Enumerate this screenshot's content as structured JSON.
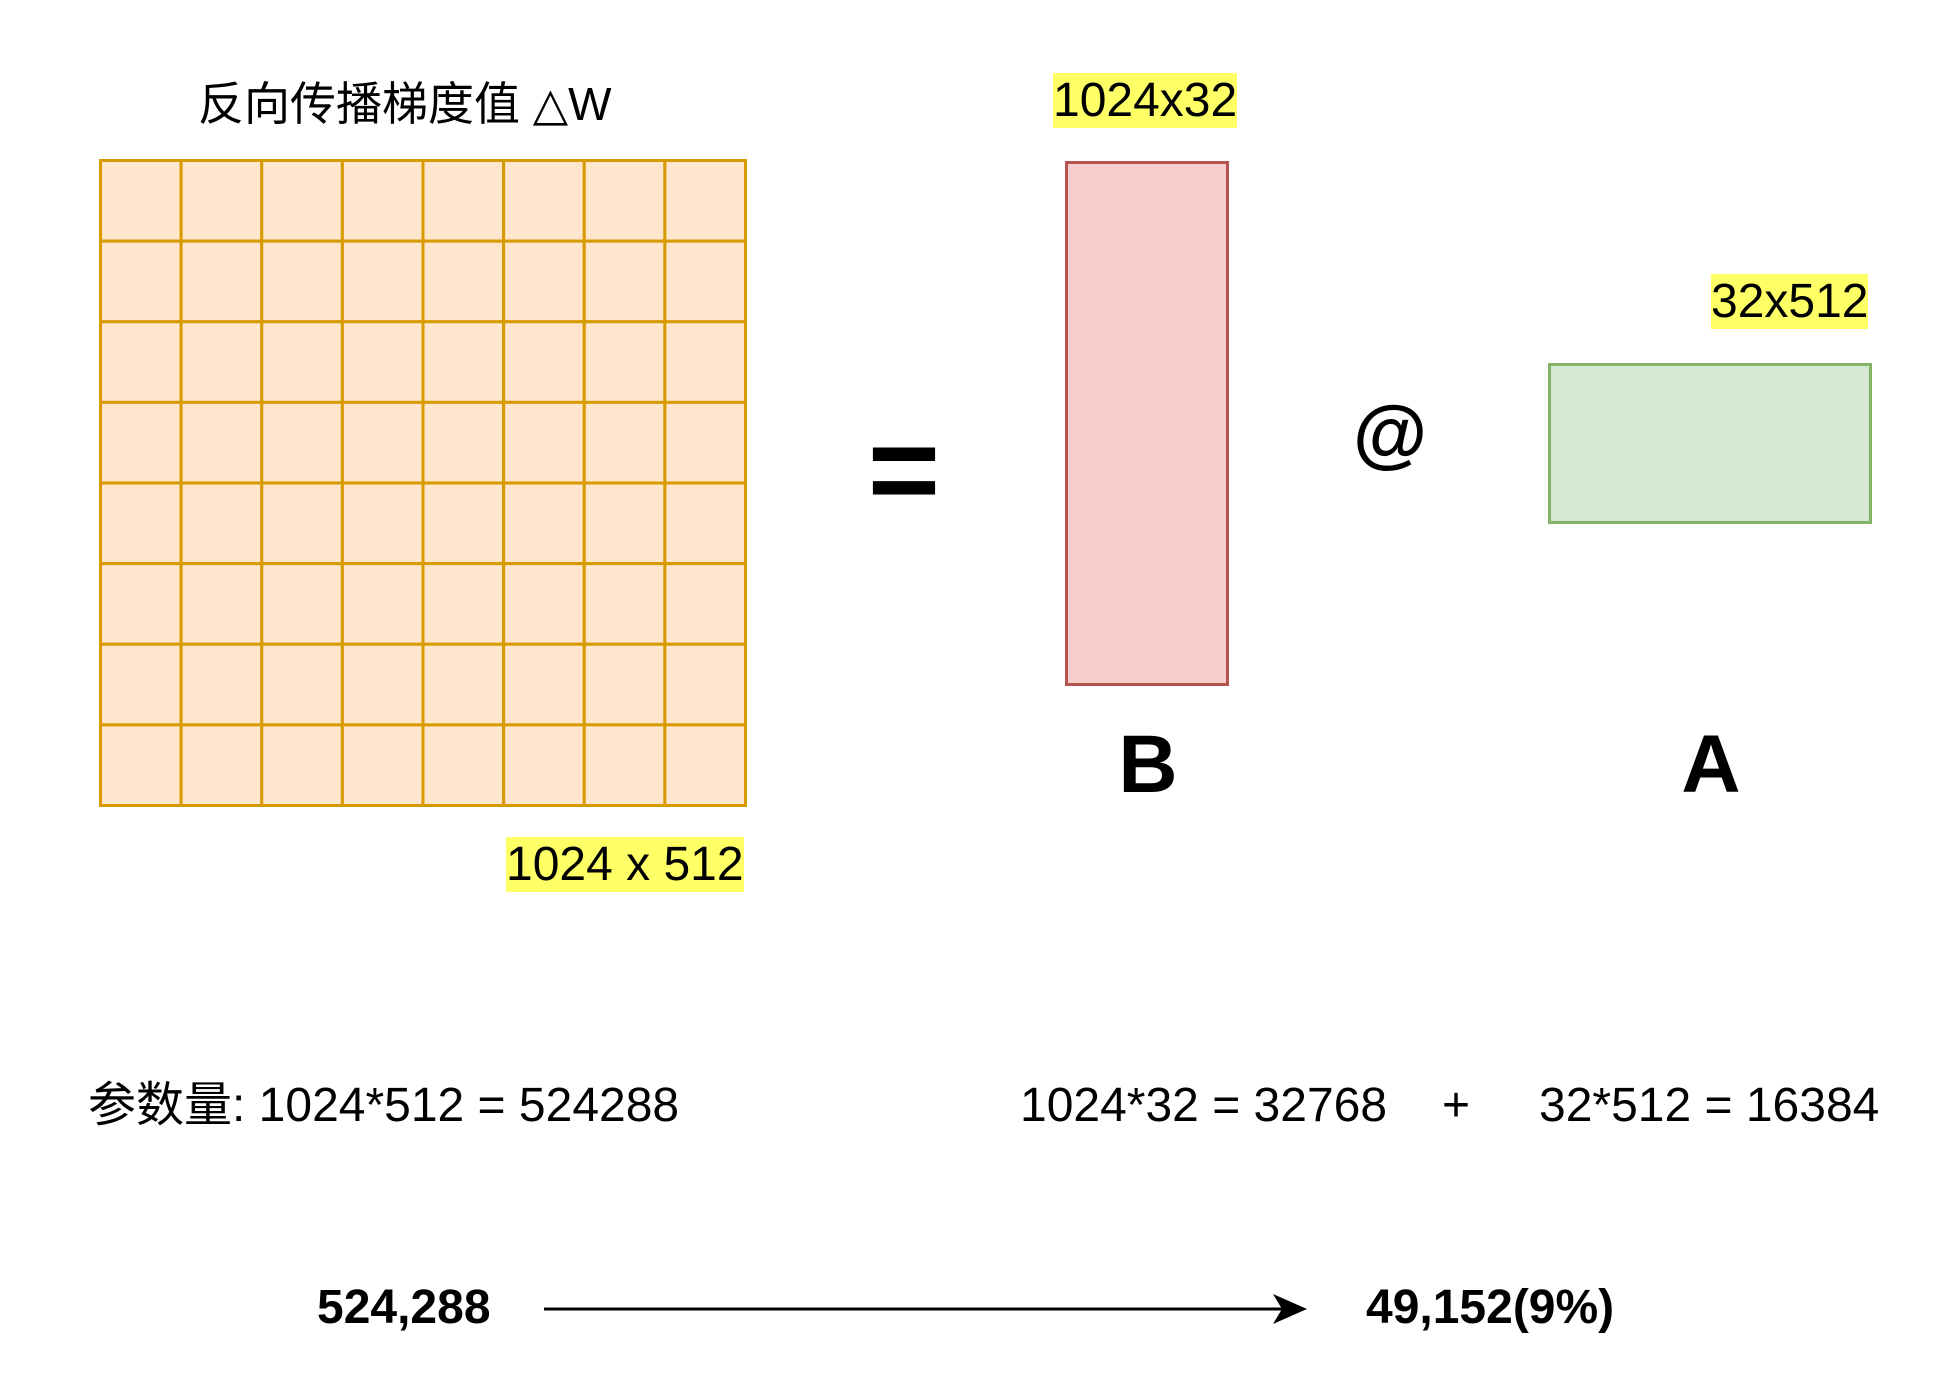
{
  "title": "反向传播梯度值 △W",
  "delta_w": {
    "dims_label": "1024 x 512"
  },
  "equals": "=",
  "matrix_b": {
    "name": "B",
    "dims_label": "1024x32"
  },
  "matmul_operator": "@",
  "matrix_a": {
    "name": "A",
    "dims_label": "32x512"
  },
  "params": {
    "full": "参数量: 1024*512 = 524288",
    "b": "1024*32 = 32768",
    "plus": "+",
    "a": "32*512 = 16384"
  },
  "reduction": {
    "from": "524,288",
    "to": "49,152(9%)"
  },
  "colors": {
    "delta_w_fill": "#ffe6cc",
    "delta_w_stroke": "#d79b00",
    "b_fill": "#f8cecc",
    "b_stroke": "#b85450",
    "a_fill": "#d5e8d4",
    "a_stroke": "#82b366",
    "highlight": "#ffff66",
    "text": "#000000"
  }
}
